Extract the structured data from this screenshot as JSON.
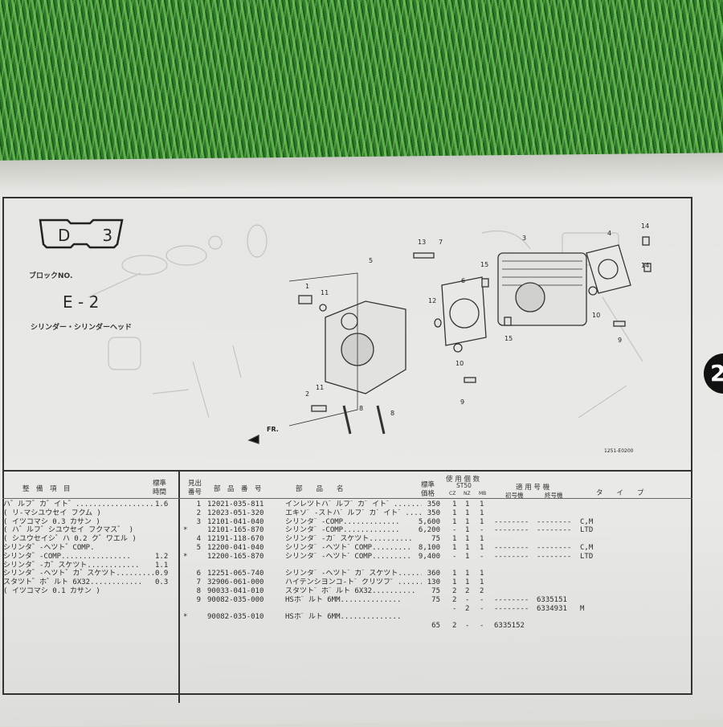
{
  "header": {
    "section_badge": "D　　3",
    "block_label": "ブロックNO.",
    "block_no": "E - 2",
    "block_title": "シリンダー・シリンダーヘッド",
    "side_tab": "2"
  },
  "diagram": {
    "callouts": [
      "13",
      "7",
      "3",
      "4",
      "14",
      "14",
      "5",
      "1",
      "11",
      "15",
      "6",
      "12",
      "10",
      "15",
      "10",
      "9",
      "9",
      "2",
      "11",
      "8",
      "8"
    ],
    "direction_label": "FR.",
    "figure_code": "1251-E0200"
  },
  "maintenance": {
    "headers": {
      "item": "整　備　項　目",
      "time_1": "標準",
      "time_2": "時間"
    },
    "rows": [
      {
        "item": "ハ゛ルフ゛カ゛イト゛..................",
        "time": "1.6"
      },
      {
        "item": "( リ-マシユウセイ フクム )",
        "time": ""
      },
      {
        "item": "( イツコマシ 0.3 カサン )",
        "time": ""
      },
      {
        "item": "( ハ゛ルフ゛シユウセイ フクマス゛ )",
        "time": ""
      },
      {
        "item": "( シユウセイシ゛ハ 0.2 ク゛ワエル )",
        "time": ""
      },
      {
        "item": "シリンタ゛-ヘツト゛COMP.",
        "time": ""
      },
      {
        "item": "シリンタ゛-COMP................",
        "time": "1.2"
      },
      {
        "item": "シリンタ゛-カ゛スケツト............",
        "time": "1.1"
      },
      {
        "item": "シリンタ゛-ヘツト゛カ゛スケツト.........",
        "time": "0.9"
      },
      {
        "item": "スタツト゛ホ゛ルト 6X32............",
        "time": "0.3"
      },
      {
        "item": "( イツコマシ 0.1 カサン )",
        "time": ""
      }
    ]
  },
  "parts": {
    "headers": {
      "ref_1": "見出",
      "ref_2": "番号",
      "part_no": "部　品　番　号",
      "name": "部　　品　　名",
      "price_1": "標準",
      "price_2": "価格",
      "usage": "使 用 個 数",
      "model": "ST50",
      "cz": "CZ",
      "nz": "NZ",
      "mb": "MB",
      "applicable": "適 用 号 機",
      "first": "初号機",
      "last": "終号機",
      "type": "タ　　イ　　プ"
    },
    "rows": [
      {
        "mark": "",
        "ref": "1",
        "part_no": "12021-035-811",
        "name": "インレツトハ゛ルフ゛カ゛イト゛.......",
        "price": "350",
        "cz": "1",
        "nz": "1",
        "mb": "1",
        "first": "",
        "last": "",
        "type": ""
      },
      {
        "mark": "",
        "ref": "2",
        "part_no": "12023-051-320",
        "name": "エキソ゛-ストハ゛ルフ゛カ゛イト゛.....",
        "price": "350",
        "cz": "1",
        "nz": "1",
        "mb": "1",
        "first": "",
        "last": "",
        "type": ""
      },
      {
        "mark": "",
        "ref": "3",
        "part_no": "12101-041-040",
        "name": "シリンタ゛-COMP.............",
        "price": "5,600",
        "cz": "1",
        "nz": "1",
        "mb": "1",
        "first": "--------",
        "last": "--------",
        "type": "C,M"
      },
      {
        "mark": "*",
        "ref": "",
        "part_no": "12101-165-870",
        "name": "シリンタ゛-COMP.............",
        "price": "6,200",
        "cz": "-",
        "nz": "1",
        "mb": "-",
        "first": "--------",
        "last": "--------",
        "type": "LTD"
      },
      {
        "mark": "",
        "ref": "4",
        "part_no": "12191-118-670",
        "name": "シリンタ゛-カ゛スケツト..........",
        "price": "75",
        "cz": "1",
        "nz": "1",
        "mb": "1",
        "first": "",
        "last": "",
        "type": ""
      },
      {
        "mark": "",
        "ref": "5",
        "part_no": "12200-041-040",
        "name": "シリンタ゛-ヘツト゛COMP.........",
        "price": "8,100",
        "cz": "1",
        "nz": "1",
        "mb": "1",
        "first": "--------",
        "last": "--------",
        "type": "C,M"
      },
      {
        "mark": "*",
        "ref": "",
        "part_no": "12200-165-870",
        "name": "シリンタ゛-ヘツト゛COMP.........",
        "price": "9,400",
        "cz": "-",
        "nz": "1",
        "mb": "-",
        "first": "--------",
        "last": "--------",
        "type": "LTD"
      },
      {
        "mark": "",
        "ref": "",
        "part_no": "",
        "name": "",
        "price": "",
        "cz": "",
        "nz": "",
        "mb": "",
        "first": "",
        "last": "",
        "type": ""
      },
      {
        "mark": "",
        "ref": "6",
        "part_no": "12251-065-740",
        "name": "シリンタ゛-ヘツト゛カ゛スケツト.......",
        "price": "360",
        "cz": "1",
        "nz": "1",
        "mb": "1",
        "first": "",
        "last": "",
        "type": ""
      },
      {
        "mark": "",
        "ref": "7",
        "part_no": "32906-061-000",
        "name": "ハイテンシヨンコ-ト゛クリツフ゜......",
        "price": "130",
        "cz": "1",
        "nz": "1",
        "mb": "1",
        "first": "",
        "last": "",
        "type": ""
      },
      {
        "mark": "",
        "ref": "8",
        "part_no": "90033-041-010",
        "name": "スタツト゛ホ゛ルト 6X32..........",
        "price": "75",
        "cz": "2",
        "nz": "2",
        "mb": "2",
        "first": "",
        "last": "",
        "type": ""
      },
      {
        "mark": "",
        "ref": "9",
        "part_no": "90082-035-000",
        "name": "HSホ゛ルト 6MM..............",
        "price": "75",
        "cz": "2",
        "nz": "-",
        "mb": "-",
        "first": "--------",
        "last": "6335151",
        "type": ""
      },
      {
        "mark": "",
        "ref": "",
        "part_no": "",
        "name": "",
        "price": "",
        "cz": "-",
        "nz": "2",
        "mb": "-",
        "first": "--------",
        "last": "6334931",
        "type": "M"
      },
      {
        "mark": "*",
        "ref": "",
        "part_no": "90082-035-010",
        "name": "HSホ゛ルト 6MM..............",
        "price": "",
        "cz": "",
        "nz": "",
        "mb": "",
        "first": "",
        "last": "",
        "type": ""
      },
      {
        "mark": "",
        "ref": "",
        "part_no": "",
        "name": "",
        "price": "65",
        "cz": "2",
        "nz": "-",
        "mb": "-",
        "first": "6335152",
        "last": "",
        "type": ""
      }
    ]
  }
}
